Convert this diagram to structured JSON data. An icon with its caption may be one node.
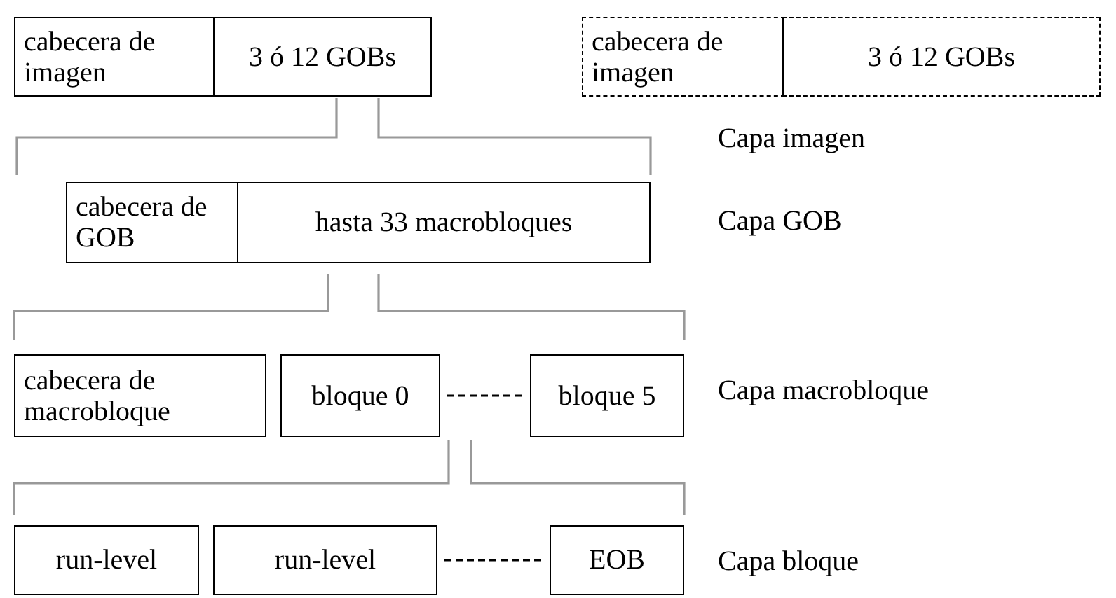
{
  "diagram": {
    "nodes": [
      {
        "text": [
          "cabecera de imagen"
        ]
      },
      {
        "text": [
          "3 ó 12 GOBs"
        ]
      },
      {
        "text": [
          "cabecera de imagen"
        ]
      },
      {
        "text": [
          "3 ó 12 GOBs"
        ]
      },
      {
        "text": [
          "cabecera de GOB"
        ]
      },
      {
        "text": [
          "hasta 33 macrobloques"
        ]
      },
      {
        "text": [
          "cabecera de macrobloque"
        ]
      },
      {
        "text": [
          "bloque 0"
        ]
      },
      {
        "text": [
          "bloque 5"
        ]
      },
      {
        "text": [
          "run-level"
        ]
      },
      {
        "text": [
          "run-level"
        ]
      },
      {
        "text": [
          "EOB"
        ]
      }
    ],
    "edges": [
      {
        "from": 7,
        "to": 8,
        "arrow": "none",
        "style": "dashed"
      },
      {
        "from": 10,
        "to": 11,
        "arrow": "none",
        "style": "dashed"
      }
    ],
    "labels": [
      "Capa imagen",
      "Capa GOB",
      "Capa macrobloque",
      "Capa bloque"
    ]
  }
}
